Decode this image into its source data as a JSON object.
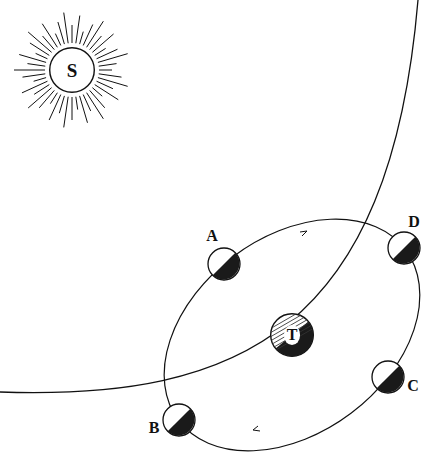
{
  "diagram": {
    "nodes": [
      {
        "text": [
          "S"
        ]
      },
      {
        "text": [
          "T"
        ]
      }
    ],
    "labels": [
      "D",
      "A",
      "C",
      "B"
    ]
  }
}
